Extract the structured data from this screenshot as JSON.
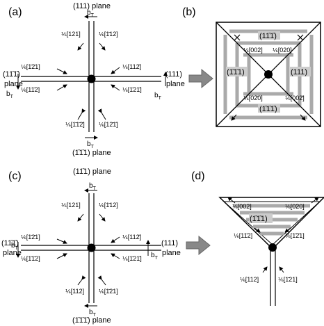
{
  "panel_a": {
    "label": "(a)",
    "top_plane": "(111) plane",
    "bottom_plane": "(1̄1̄1) plane",
    "left_plane": [
      "(11̄1̄)",
      "plane"
    ],
    "right_plane": [
      "(111)",
      "plane"
    ],
    "b_top": "b",
    "b_bottom": "b",
    "b_left": "b",
    "b_right": "b",
    "subscript": "T",
    "vectors": {
      "top_left": "[121]",
      "top_right": "[1̄12]",
      "left_top": "[1̄2̄1]",
      "left_bottom": "[11̄2]",
      "right_top": "[112̄]",
      "right_bottom": "[1̄21̄]",
      "bottom_left": "[1̄1̄2̄]",
      "bottom_right": "[12̄1̄]"
    }
  },
  "panel_b": {
    "label": "(b)",
    "planes": {
      "top": "(11̄1̄)",
      "left": "(1̄1̄1)",
      "right": "(111)",
      "bottom": "(1̄1̄1̄)"
    },
    "vectors": {
      "tl": "[002]",
      "tr": "[020]",
      "bl": "[02̄0]",
      "br": "[002̄]"
    }
  },
  "panel_c": {
    "label": "(c)",
    "top_plane": "(11̄1) plane",
    "bottom_plane": "(1̄1̄1̄) plane",
    "left_plane": [
      "(11̄1̄)",
      "plane"
    ],
    "right_plane": [
      "(111)",
      "plane"
    ],
    "b_top": "b",
    "b_bottom": "b",
    "b_left": "b",
    "b_right": "b",
    "subscript": "T",
    "vectors": {
      "top_left": "[121]",
      "top_right": "[1̄12]",
      "left_top": "[1̄2̄1]",
      "left_bottom": "[1̄1̄2]",
      "right_top": "[112̄]",
      "right_bottom": "[1̄21̄]",
      "bottom_left": "[112]",
      "bottom_right": "[1̄21]"
    }
  },
  "panel_d": {
    "label": "(d)",
    "plane": "(1̄1̄1)",
    "vectors": {
      "tl": "[002]",
      "tr": "[020]",
      "ml": "[11̄2]",
      "mr": "[1̄2̄1]",
      "bl": "[112]",
      "br": "[1̄21]"
    }
  },
  "fraction": "⅙"
}
